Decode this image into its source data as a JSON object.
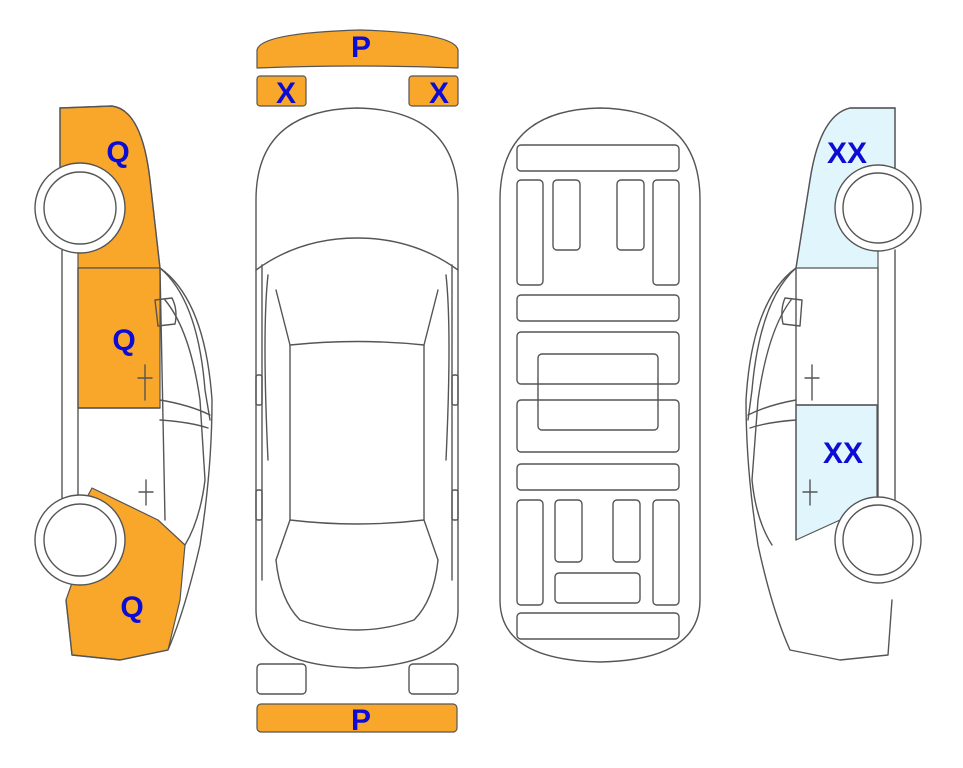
{
  "colors": {
    "orange": "#F9A72B",
    "lightblue": "#E1F6FC",
    "label": "#0C0CD4",
    "outline": "#555555"
  },
  "left_side": {
    "front_fender": {
      "code": "Q",
      "status": "orange"
    },
    "front_door": {
      "code": "Q",
      "status": "orange"
    },
    "rear_fender": {
      "code": "Q",
      "status": "orange"
    }
  },
  "top_view": {
    "front_bumper": {
      "code": "P",
      "status": "orange"
    },
    "left_headlight": {
      "code": "X",
      "status": "orange"
    },
    "right_headlight": {
      "code": "X",
      "status": "orange"
    },
    "rear_bumper": {
      "code": "P",
      "status": "orange"
    }
  },
  "right_side": {
    "front_fender": {
      "code": "XX",
      "status": "lightblue"
    },
    "rear_door": {
      "code": "XX",
      "status": "lightblue"
    }
  }
}
